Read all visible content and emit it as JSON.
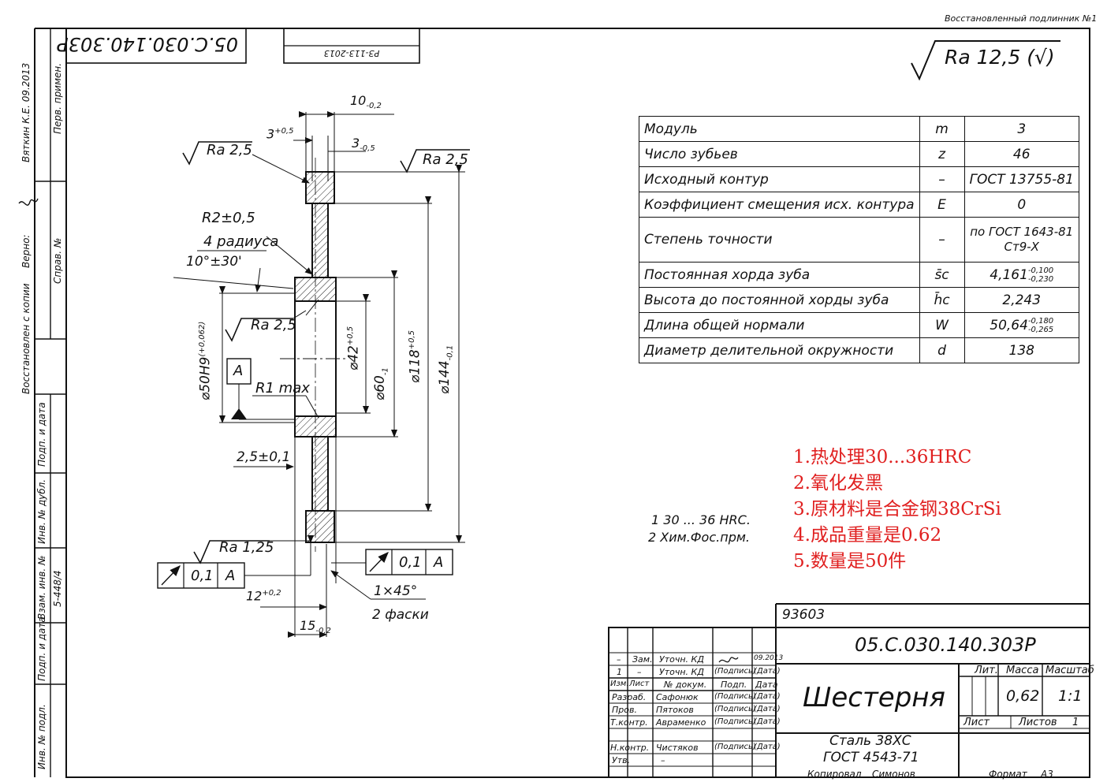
{
  "header": {
    "restored_original": "Восстановленный подлинник №1",
    "code_mirrored": "05.С.030.140.303Р",
    "change_notice_mirrored": "РЗ-113-2013"
  },
  "roughness_general": "Ra 12,5 (√)",
  "left_strip": {
    "first_use": "Перв. примен.",
    "author": "Вяткин К.Е. 09.2013",
    "reference": "Справ. №",
    "verified": "Верно:",
    "restored_from_copy": "Восстановлен с копии",
    "sign_date_1": "Подп. и дата",
    "inv_dupl": "Инв. № дубл.",
    "replaced_inv": "Взам. инв. №",
    "replaced_inv_value": "5-448/4",
    "sign_date_2": "Подп. и дата",
    "inv_orig": "Инв. № подл."
  },
  "params_table": {
    "rows": [
      {
        "name": "Модуль",
        "symbol": "m",
        "value": "3"
      },
      {
        "name": "Число зубьев",
        "symbol": "z",
        "value": "46"
      },
      {
        "name": "Исходный контур",
        "symbol": "–",
        "value": "ГОСТ 13755-81"
      },
      {
        "name": "Коэффициент смещения исх. контура",
        "symbol": "E",
        "value": "0"
      },
      {
        "name": "Степень точности",
        "symbol": "–",
        "value": "по ГОСТ 1643-81",
        "value2": "Ст9-Х"
      },
      {
        "name": "Постоянная хорда зуба",
        "symbol": "s̄c",
        "value": "4,161",
        "tol_up": "-0,100",
        "tol_low": "-0,230"
      },
      {
        "name": "Высота до постоянной хорды зуба",
        "symbol": "h̄c",
        "value": "2,243"
      },
      {
        "name": "Длина общей нормали",
        "symbol": "W",
        "value": "50,64",
        "tol_up": "-0,180",
        "tol_low": "-0,265"
      },
      {
        "name": "Диаметр делительной окружности",
        "symbol": "d",
        "value": "138"
      }
    ]
  },
  "dimensions": {
    "width_total": "10",
    "width_total_tol": "-0,2",
    "rim_step": "3",
    "rim_step_tol": "+0,5",
    "rim_side": "3",
    "rim_side_tol": "-0,5",
    "ra_left": "Ra 2,5",
    "ra_right": "Ra 2,5",
    "radius": "R2±0,5",
    "radius_count": "4 радиуса",
    "angle": "10°±30'",
    "ra_bore": "Ra 2,5",
    "bore": "⌀50H9",
    "bore_tol": "(+0,062)",
    "datum": "A",
    "r1": "R1 max",
    "d42": "⌀42",
    "d42_tol": "+0,5",
    "d60": "⌀60",
    "d60_tol": "-1",
    "d118": "⌀118",
    "d118_tol": "+0,5",
    "d144": "⌀144",
    "d144_tol": "-0,1",
    "groove": "2,5±0,1",
    "ra_bottom": "Ra 1,25",
    "runout_left": {
      "value": "0,1",
      "datum": "A"
    },
    "runout_right": {
      "value": "0,1",
      "datum": "A"
    },
    "hub_offset": "12",
    "hub_offset_tol": "+0,2",
    "hub_width": "15",
    "hub_width_tol": "-0,2",
    "chamfer": "1×45°",
    "chamfer_count": "2 фаски"
  },
  "tech_notes": [
    "1 30 ... 36 HRC.",
    "2 Хим.Фос.прм."
  ],
  "red_notes": [
    "1.热处理30...36HRC",
    "2.氧化发黑",
    "3.原材料是合金钢38CrSi",
    "4.成品重量是0.62",
    "5.数量是50件"
  ],
  "title_block": {
    "top_number": "93603",
    "designation": "05.С.030.140.303Р",
    "part_name": "Шестерня",
    "material_1": "Сталь 38ХС",
    "material_2": "ГОСТ 4543-71",
    "lit_label": "Лит.",
    "mass_label": "Масса",
    "scale_label": "Масштаб",
    "mass": "0,62",
    "scale": "1:1",
    "sheet_label": "Лист",
    "sheets_label": "Листов",
    "sheets": "1",
    "copied": "Копировал",
    "copier": "Симонов",
    "format_label": "Формат",
    "format": "А3",
    "rev_rows": [
      {
        "a": "–",
        "b": "Зам.",
        "c": "Уточн. КД",
        "d": "",
        "e": "09.2013"
      },
      {
        "a": "1",
        "b": "–",
        "c": "Уточн. КД",
        "d": "(Подпись)",
        "e": "(Дата)"
      },
      {
        "a": "Изм.",
        "b": "Лист",
        "c": "№ докум.",
        "d": "Подп.",
        "e": "Дата"
      }
    ],
    "roles": [
      {
        "role": "Разраб.",
        "name": "Сафонюк",
        "sign": "(Подпись)",
        "date": "(Дата)"
      },
      {
        "role": "Пров.",
        "name": "Пятоков",
        "sign": "(Подпись)",
        "date": "(Дата)"
      },
      {
        "role": "Т.контр.",
        "name": "Авраменко",
        "sign": "(Подпись)",
        "date": "(Дата)"
      },
      {
        "role": "",
        "name": "",
        "sign": "",
        "date": ""
      },
      {
        "role": "Н.контр.",
        "name": "Чистяков",
        "sign": "(Подпись)",
        "date": "(Дата)"
      },
      {
        "role": "Утв.",
        "name": "–",
        "sign": "",
        "date": ""
      }
    ]
  }
}
